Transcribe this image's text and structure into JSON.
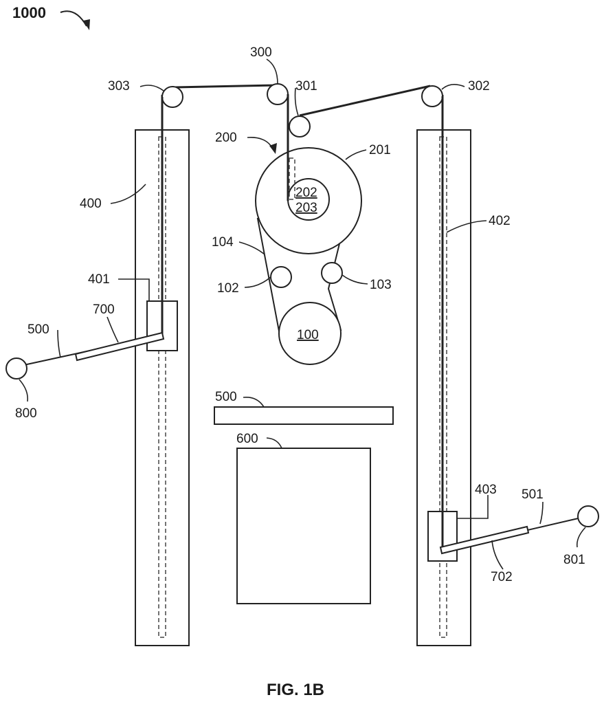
{
  "figure": {
    "reference": "1000",
    "caption": "FIG. 1B"
  },
  "labels": {
    "pulley_300": "300",
    "pulley_301": "301",
    "pulley_302": "302",
    "pulley_303": "303",
    "assembly_200": "200",
    "drum_201": "201",
    "hub_202": "202",
    "hub_203": "203",
    "column_left_400": "400",
    "column_right_402": "402",
    "carriage_401": "401",
    "carriage_403": "403",
    "frame_104": "104",
    "roller_102": "102",
    "roller_103": "103",
    "motor_100": "100",
    "arm_left_500": "500",
    "arm_right_501": "501",
    "sleeve_700": "700",
    "sleeve_702": "702",
    "handle_800": "800",
    "handle_801": "801",
    "bench_500": "500",
    "platform_600": "600"
  }
}
